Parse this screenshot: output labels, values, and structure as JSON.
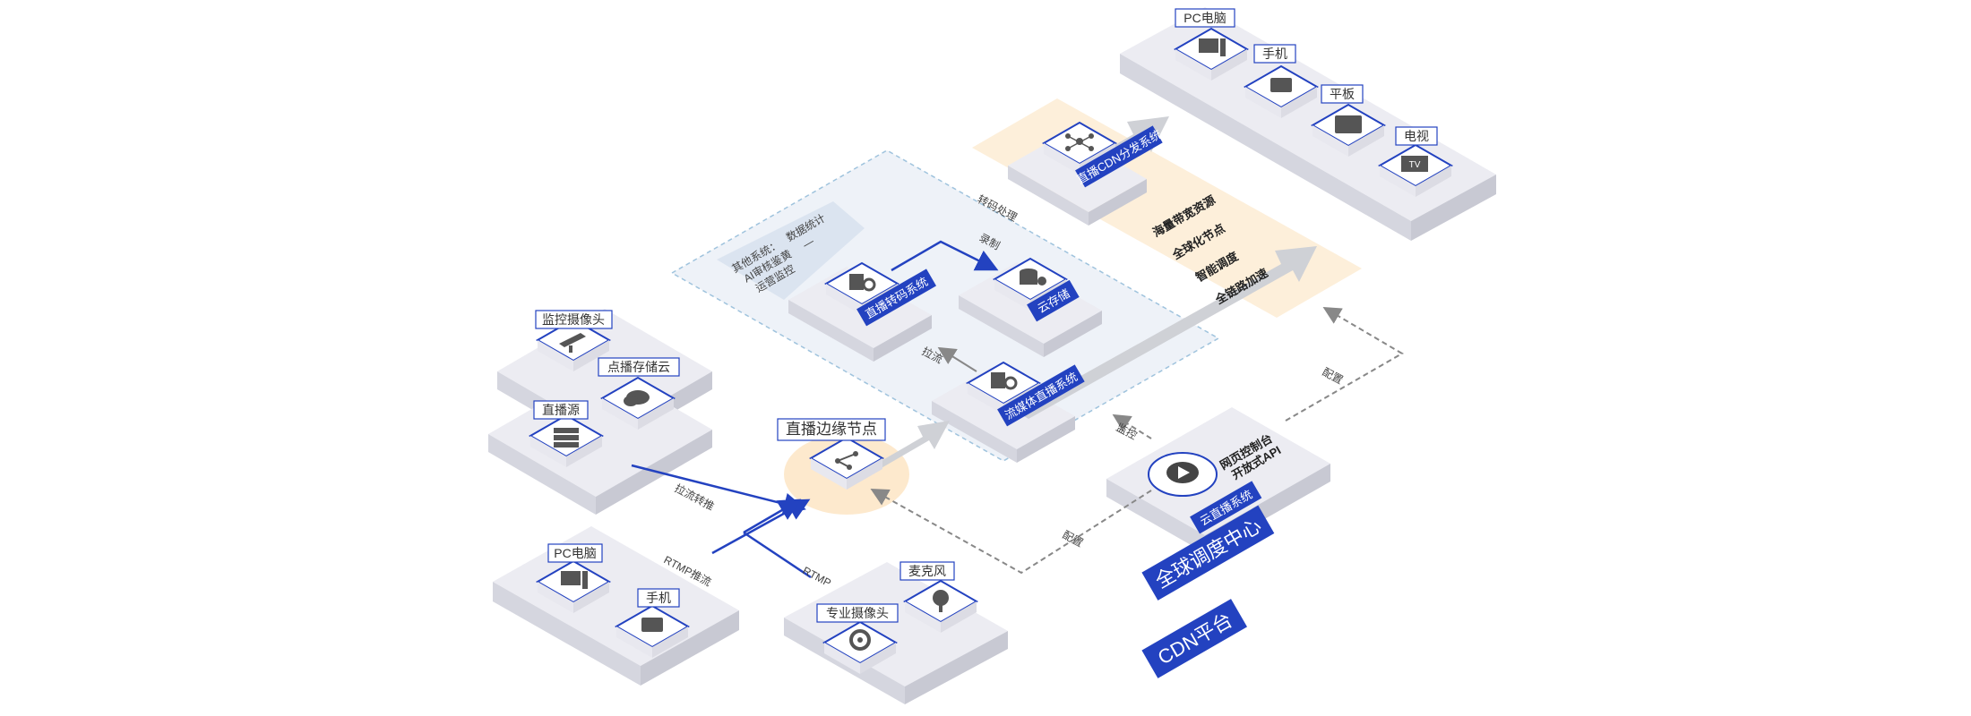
{
  "sources": {
    "monitor_camera": "监控摄像头",
    "vod_storage": "点播存储云",
    "live_source": "直播源",
    "pc": "PC电脑",
    "phone": "手机",
    "microphone": "麦克风",
    "pro_camera": "专业摄像头"
  },
  "edge_node": "直播边缘节点",
  "processing": {
    "other_systems": "其他系统：",
    "ai_review": "AI审核鉴黄",
    "data_stats": "数据统计",
    "ops_monitor": "运营监控",
    "dash": "—",
    "transcode": "直播转码系统",
    "cloud_storage": "云存储",
    "fusion_live": "流媒体直播系统"
  },
  "cdn_dist": "直播CDN分发系统",
  "cdn_features": [
    "海量带宽资源",
    "全球化节点",
    "智能调度",
    "全链路加速"
  ],
  "clients": {
    "pc": "PC电脑",
    "phone": "手机",
    "tablet": "平板",
    "tv": "电视",
    "tv_icon_text": "TV"
  },
  "cloud_live": {
    "system": "云直播系统",
    "console": "网页控制台",
    "api": "开放式API"
  },
  "titles": {
    "dispatch": "全球调度中心",
    "cdn_platform": "CDN平台"
  },
  "edge_labels": {
    "pull_relay": "拉流转推",
    "rtmp_push": "RTMP推流",
    "rtmp": "RTMP",
    "pull": "拉流",
    "transcode_processing": "转码处理",
    "record": "录制",
    "config1": "配置",
    "config2": "配置",
    "monitor": "监控"
  },
  "colors": {
    "accent": "#2342c0",
    "platform_top": "#ececf2",
    "platform_side": "#d5d6df",
    "dashed_box": "#9fc3dd",
    "orange_band": "#fdecd3"
  }
}
